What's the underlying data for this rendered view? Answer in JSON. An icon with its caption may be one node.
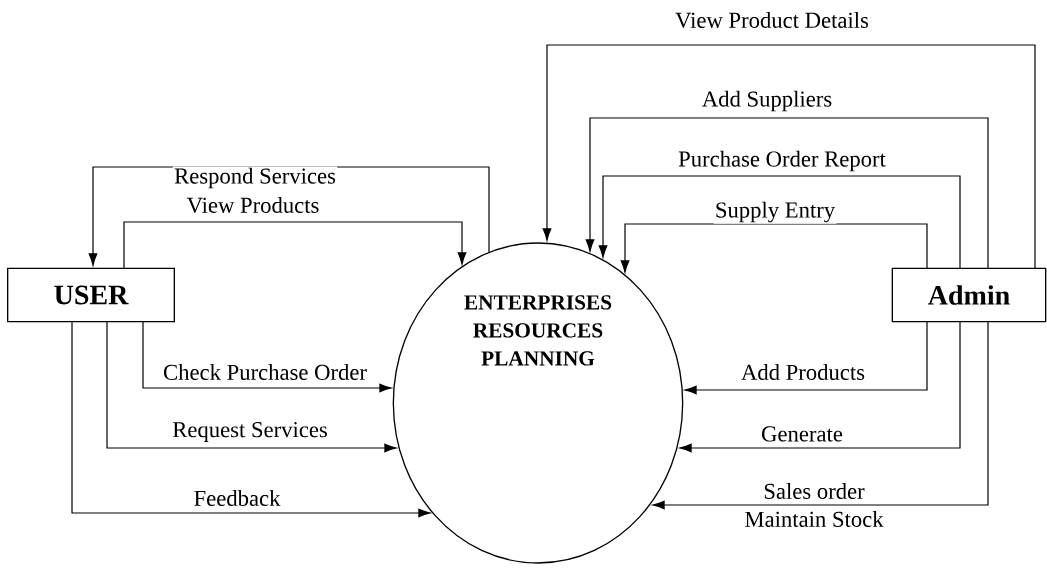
{
  "diagram": {
    "nodes": [
      {
        "text": [
          "USER"
        ]
      },
      {
        "text": [
          "ENTERPRISES RESOURCES PLANNING"
        ]
      },
      {
        "text": [
          "Admin"
        ]
      }
    ],
    "edges": [
      {
        "from": 1,
        "to": 0,
        "arrow": "to",
        "label": "Respond Services"
      },
      {
        "from": 0,
        "to": 1,
        "arrow": "to",
        "label": "View Products"
      },
      {
        "from": 0,
        "to": 1,
        "arrow": "to",
        "label": "Check Purchase Order"
      },
      {
        "from": 0,
        "to": 1,
        "arrow": "to",
        "label": "Request Services"
      },
      {
        "from": 0,
        "to": 1,
        "arrow": "to",
        "label": "Feedback"
      },
      {
        "from": 2,
        "to": 1,
        "arrow": "to",
        "label": "View Product Details"
      },
      {
        "from": 2,
        "to": 1,
        "arrow": "to",
        "label": "Add Suppliers"
      },
      {
        "from": 2,
        "to": 1,
        "arrow": "to",
        "label": "Purchase Order Report"
      },
      {
        "from": 2,
        "to": 1,
        "arrow": "to",
        "label": "Supply Entry"
      },
      {
        "from": 2,
        "to": 1,
        "arrow": "to",
        "label": "Add Products"
      },
      {
        "from": 2,
        "to": 1,
        "arrow": "to",
        "label": "Generate"
      },
      {
        "from": 2,
        "to": 1,
        "arrow": "to",
        "label": "Sales order"
      }
    ],
    "labels": [
      "Maintain Stock"
    ]
  }
}
